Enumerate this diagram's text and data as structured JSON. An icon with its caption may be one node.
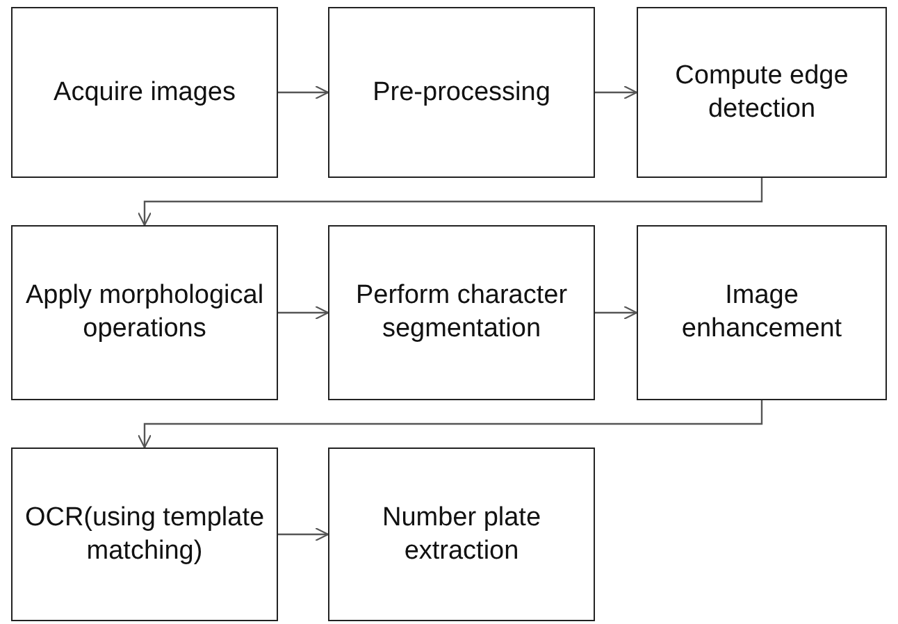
{
  "diagram": {
    "nodes": [
      {
        "text": [
          "Acquire images"
        ]
      },
      {
        "text": [
          "Pre-processing"
        ]
      },
      {
        "text": [
          "Compute edge detection"
        ]
      },
      {
        "text": [
          "Apply morphological operations"
        ]
      },
      {
        "text": [
          "Perform character segmentation"
        ]
      },
      {
        "text": [
          "Image enhancement"
        ]
      },
      {
        "text": [
          "OCR(using template matching)"
        ]
      },
      {
        "text": [
          "Number plate extraction"
        ]
      }
    ],
    "edges": [
      {
        "from": 0,
        "to": 1,
        "arrow": "to"
      },
      {
        "from": 1,
        "to": 2,
        "arrow": "to"
      },
      {
        "from": 2,
        "to": 3,
        "arrow": "to"
      },
      {
        "from": 3,
        "to": 4,
        "arrow": "to"
      },
      {
        "from": 4,
        "to": 5,
        "arrow": "to"
      },
      {
        "from": 5,
        "to": 6,
        "arrow": "to"
      },
      {
        "from": 6,
        "to": 7,
        "arrow": "to"
      }
    ]
  }
}
